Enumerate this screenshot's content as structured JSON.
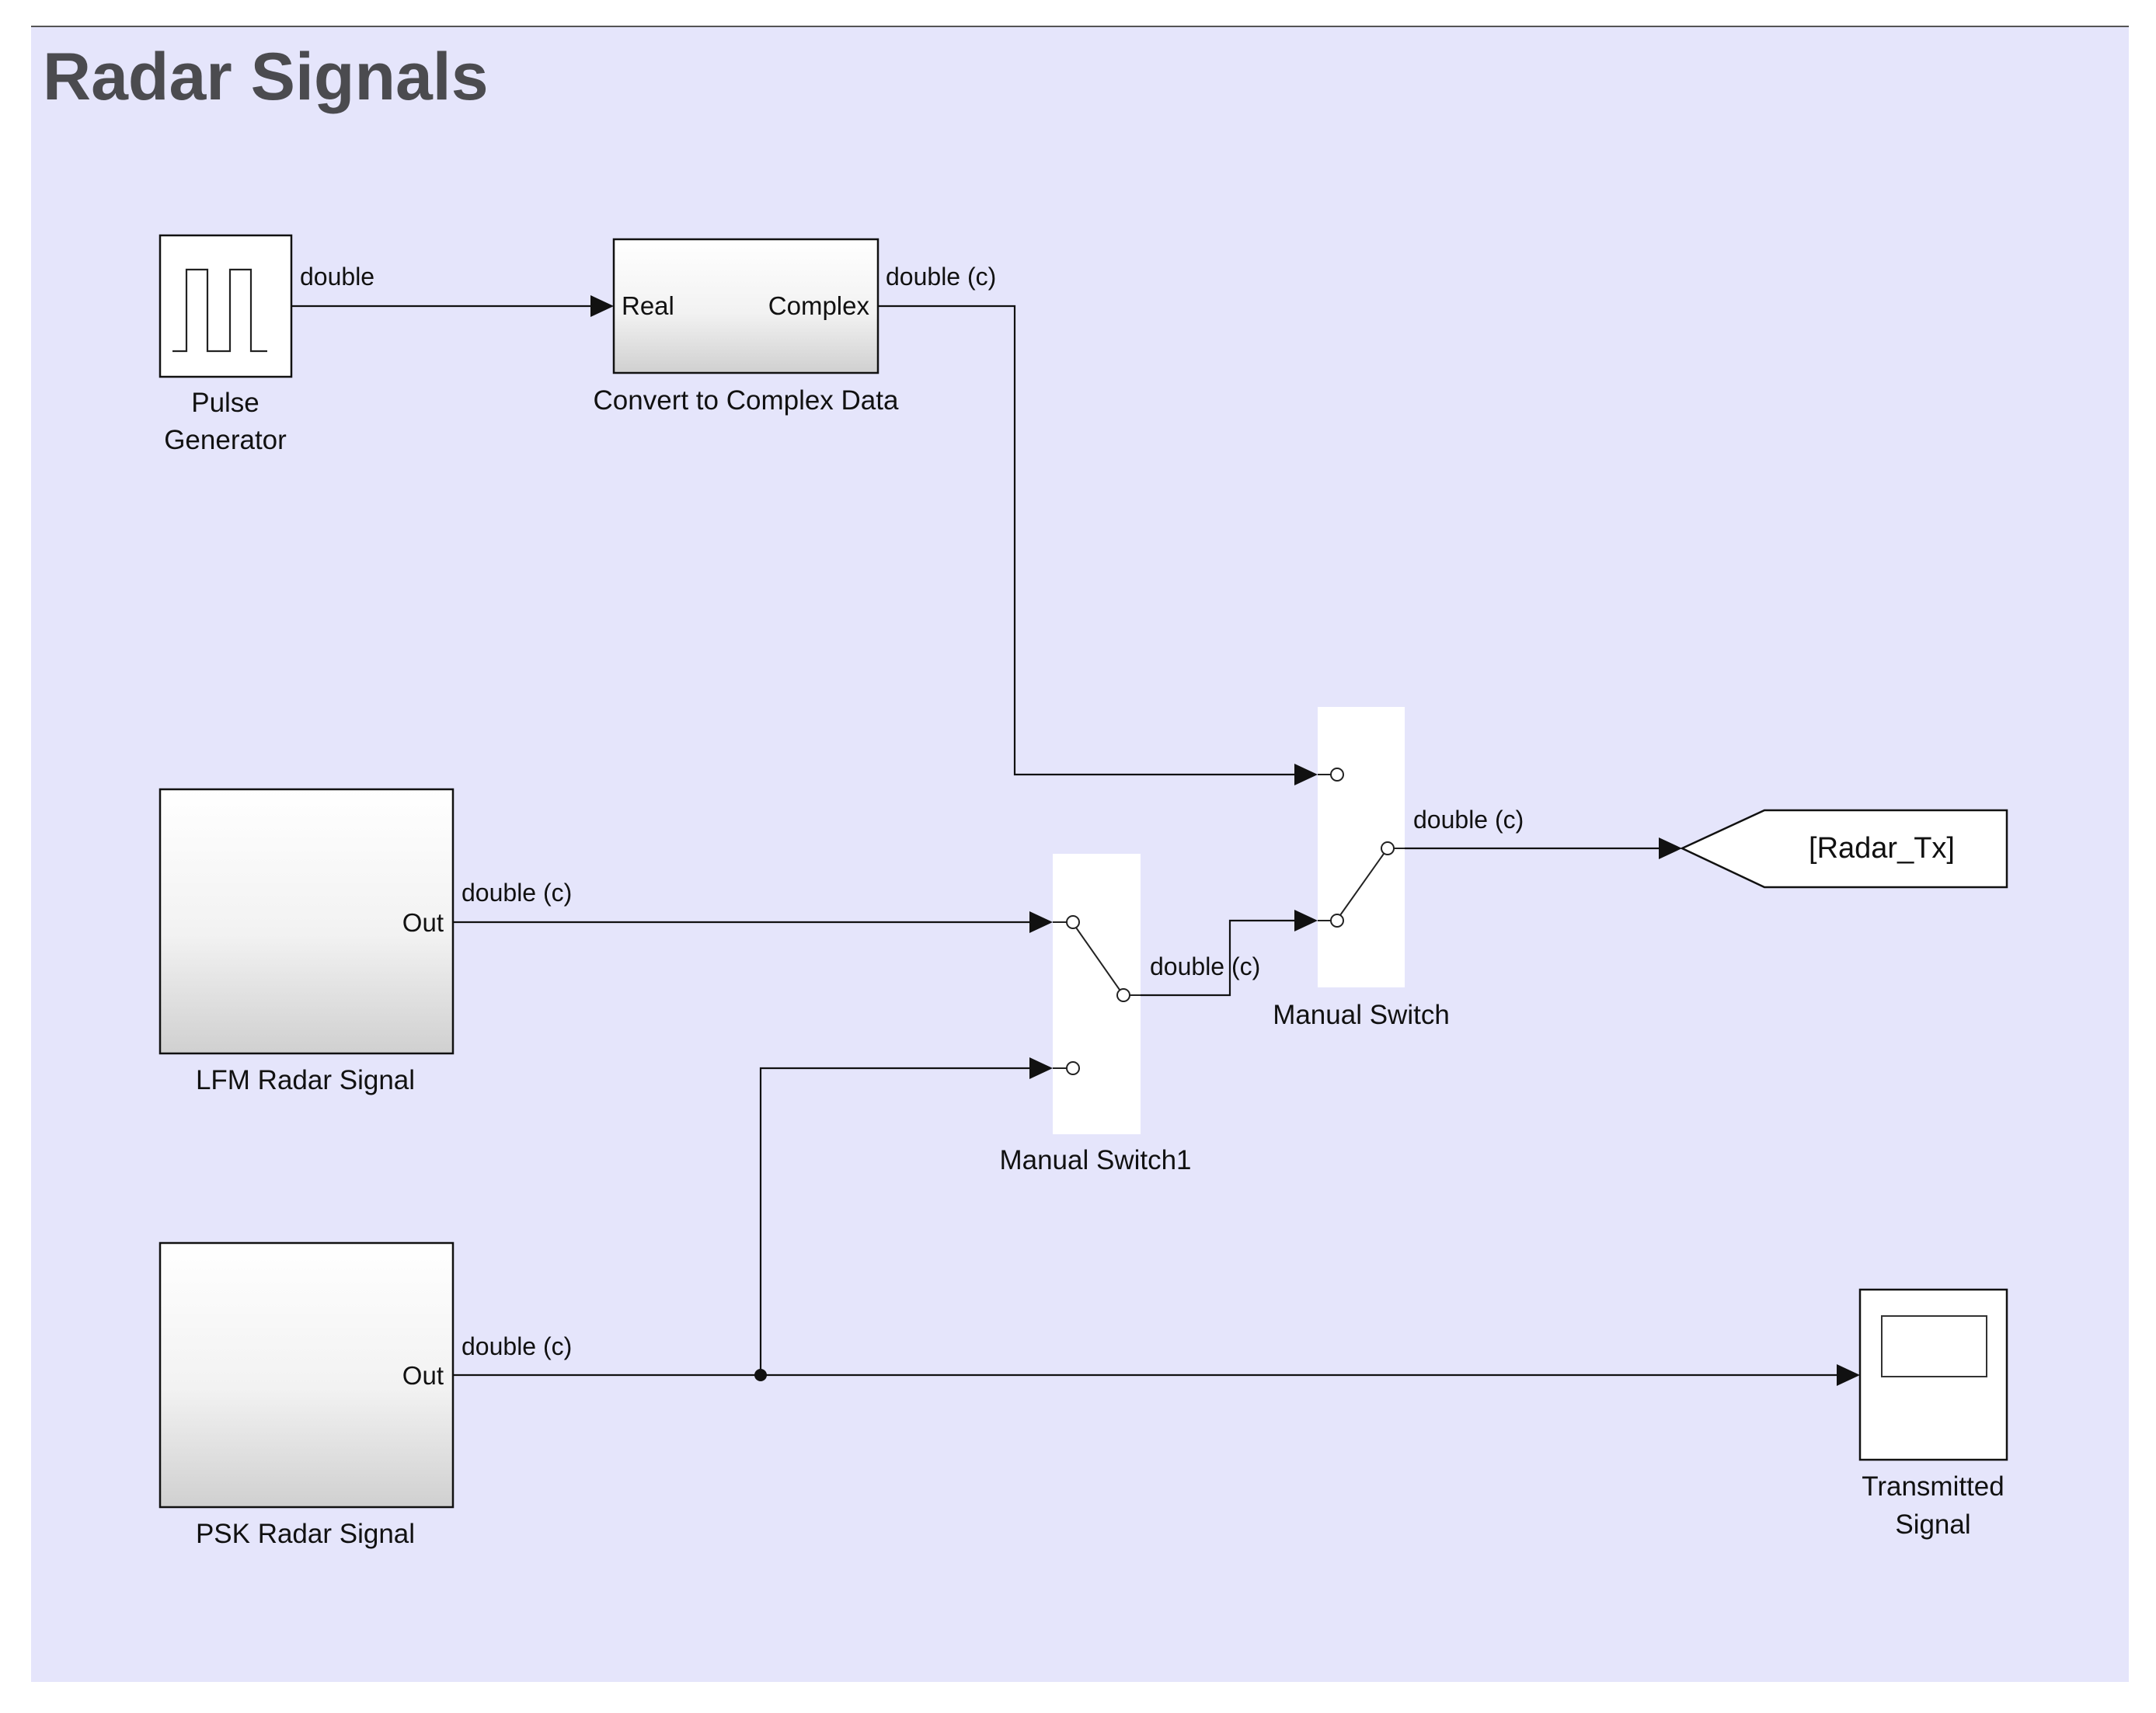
{
  "title": "Radar Signals",
  "colors": {
    "canvas": "#e5e5fb",
    "block_fill": "#ffffff",
    "line": "#111111",
    "title_text": "#4b4b4f"
  },
  "blocks": {
    "pulse_generator": {
      "name_line1": "Pulse",
      "name_line2": "Generator",
      "icon": "pulse-train-icon"
    },
    "convert_complex": {
      "name": "Convert to Complex Data",
      "in_port": "Real",
      "out_port": "Complex"
    },
    "lfm": {
      "name": "LFM Radar Signal",
      "out_port": "Out"
    },
    "psk": {
      "name": "PSK Radar Signal",
      "out_port": "Out"
    },
    "manual_switch1": {
      "name": "Manual Switch1",
      "icon": "switch-icon"
    },
    "manual_switch": {
      "name": "Manual Switch",
      "icon": "switch-icon"
    },
    "goto": {
      "tag": "[Radar_Tx]"
    },
    "scope": {
      "name_line1": "Transmitted",
      "name_line2": "Signal",
      "icon": "scope-screen-icon"
    }
  },
  "signals": {
    "pulse_out": "double",
    "complex_out": "double (c)",
    "lfm_out": "double (c)",
    "psk_out": "double (c)",
    "switch1_out": "double (c)",
    "switch_out": "double (c)"
  }
}
